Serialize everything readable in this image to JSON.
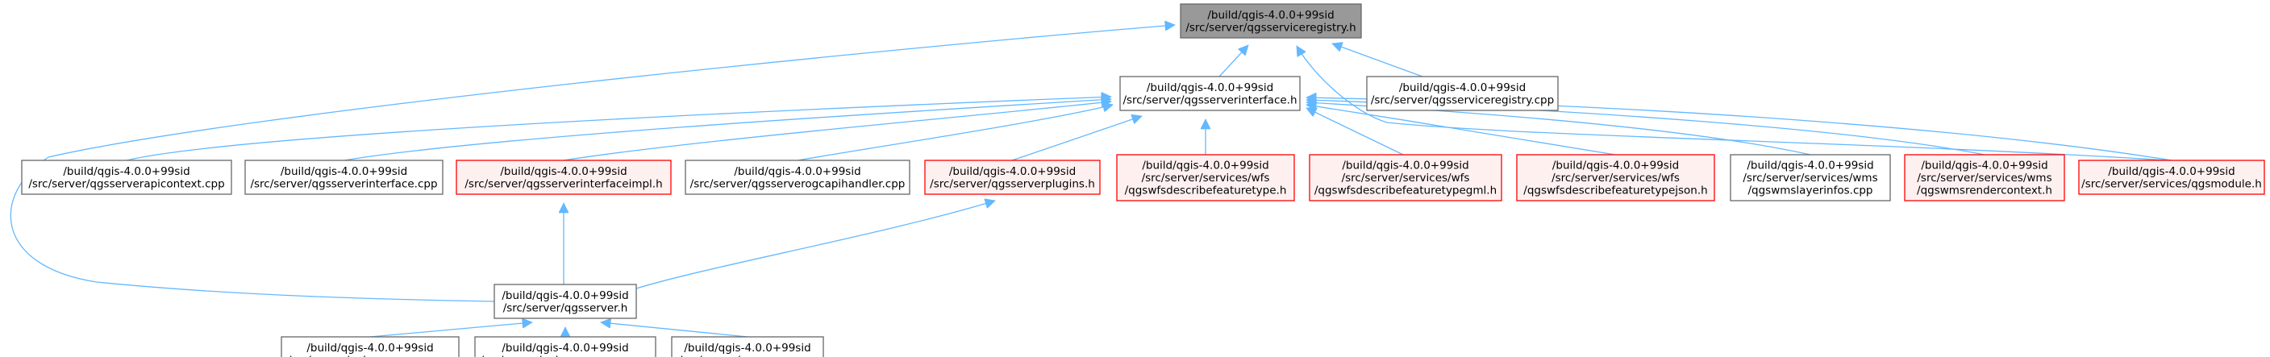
{
  "colors": {
    "edge": "#63b8ff",
    "root_fill": "#999999",
    "root_stroke": "#666666",
    "normal_fill": "#ffffff",
    "normal_stroke": "#666666",
    "truncated_fill": "#fff0f0",
    "truncated_stroke": "#ff0000"
  },
  "graph": {
    "nodes": [
      {
        "id": "qgsserviceregistry_h",
        "style": "root",
        "lines": [
          "/build/qgis-4.0.0+99sid",
          "/src/server/qgsserviceregistry.h"
        ]
      },
      {
        "id": "qgsserverinterface_h",
        "style": "normal",
        "lines": [
          "/build/qgis-4.0.0+99sid",
          "/src/server/qgsserverinterface.h"
        ]
      },
      {
        "id": "qgsserviceregistry_cpp",
        "style": "normal",
        "lines": [
          "/build/qgis-4.0.0+99sid",
          "/src/server/qgsserviceregistry.cpp"
        ]
      },
      {
        "id": "qgsserverapicontext_cpp",
        "style": "normal",
        "lines": [
          "/build/qgis-4.0.0+99sid",
          "/src/server/qgsserverapicontext.cpp"
        ]
      },
      {
        "id": "qgsserverinterface_cpp",
        "style": "normal",
        "lines": [
          "/build/qgis-4.0.0+99sid",
          "/src/server/qgsserverinterface.cpp"
        ]
      },
      {
        "id": "qgsserverinterfaceimpl_h",
        "style": "truncated",
        "lines": [
          "/build/qgis-4.0.0+99sid",
          "/src/server/qgsserverinterfaceimpl.h"
        ]
      },
      {
        "id": "qgsserverogcapihandler_cpp",
        "style": "normal",
        "lines": [
          "/build/qgis-4.0.0+99sid",
          "/src/server/qgsserverogcapihandler.cpp"
        ]
      },
      {
        "id": "qgsserverplugins_h",
        "style": "truncated",
        "lines": [
          "/build/qgis-4.0.0+99sid",
          "/src/server/qgsserverplugins.h"
        ]
      },
      {
        "id": "qgswfsdescribefeaturetype_h",
        "style": "truncated",
        "lines": [
          "/build/qgis-4.0.0+99sid",
          "/src/server/services/wfs",
          "/qgswfsdescribefeaturetype.h"
        ]
      },
      {
        "id": "qgswfsdescribefeaturetypegml_h",
        "style": "truncated",
        "lines": [
          "/build/qgis-4.0.0+99sid",
          "/src/server/services/wfs",
          "/qgswfsdescribefeaturetypegml.h"
        ]
      },
      {
        "id": "qgswfsdescribefeaturetypejson_h",
        "style": "truncated",
        "lines": [
          "/build/qgis-4.0.0+99sid",
          "/src/server/services/wfs",
          "/qgswfsdescribefeaturetypejson.h"
        ]
      },
      {
        "id": "qgswmslayerinfos_cpp",
        "style": "normal",
        "lines": [
          "/build/qgis-4.0.0+99sid",
          "/src/server/services/wms",
          "/qgswmslayerinfos.cpp"
        ]
      },
      {
        "id": "qgswmsrendercontext_h",
        "style": "truncated",
        "lines": [
          "/build/qgis-4.0.0+99sid",
          "/src/server/services/wms",
          "/qgswmsrendercontext.h"
        ]
      },
      {
        "id": "qgsmodule_h",
        "style": "truncated",
        "lines": [
          "/build/qgis-4.0.0+99sid",
          "/src/server/services/qgsmodule.h"
        ]
      },
      {
        "id": "qgsserver_h",
        "style": "normal",
        "lines": [
          "/build/qgis-4.0.0+99sid",
          "/src/server/qgsserver.h"
        ]
      },
      {
        "id": "qgis_map_serv_cpp",
        "style": "normal",
        "lines": [
          "/build/qgis-4.0.0+99sid",
          "/src/server/qgis_map_serv.cpp"
        ]
      },
      {
        "id": "qgis_mapserver_cpp",
        "style": "normal",
        "lines": [
          "/build/qgis-4.0.0+99sid",
          "/src/server/qgis_mapserver.cpp"
        ]
      },
      {
        "id": "qgsserver_cpp",
        "style": "normal",
        "lines": [
          "/build/qgis-4.0.0+99sid",
          "/src/server/qgsserver.cpp"
        ]
      }
    ]
  }
}
